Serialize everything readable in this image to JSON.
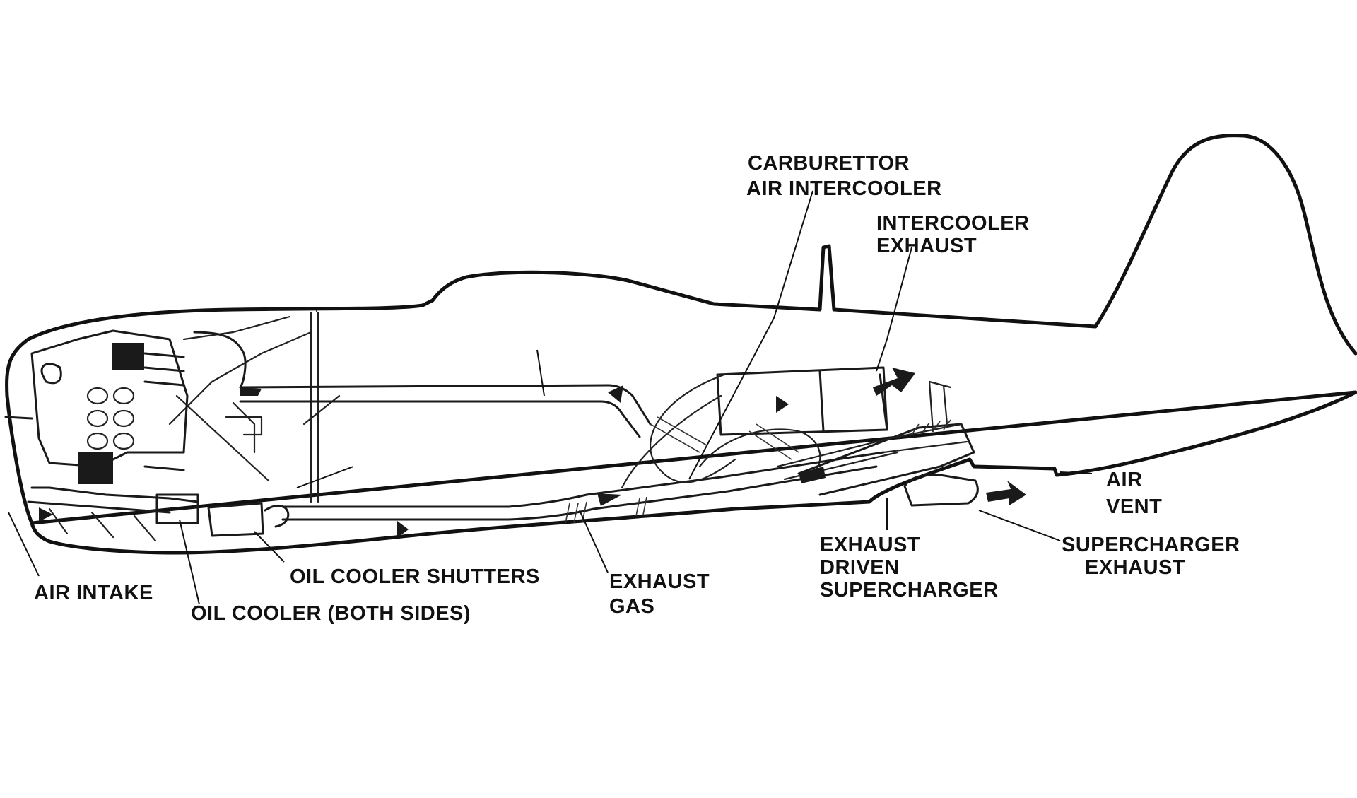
{
  "diagram": {
    "labels": {
      "carb_line1": "CARBURETTOR",
      "carb_line2": "AIR INTERCOOLER",
      "ic_exh_line1": "INTERCOOLER",
      "ic_exh_line2": "EXHAUST",
      "air_vent_line1": "AIR",
      "air_vent_line2": "VENT",
      "sc_exh_line1": "SUPERCHARGER",
      "sc_exh_line2": "EXHAUST",
      "edsc_line1": "EXHAUST",
      "edsc_line2": "DRIVEN",
      "edsc_line3": "SUPERCHARGER",
      "exh_gas_line1": "EXHAUST",
      "exh_gas_line2": "GAS",
      "oil_cooler_shutters": "OIL COOLER SHUTTERS",
      "air_intake": "AIR INTAKE",
      "oil_cooler": "OIL COOLER (BOTH SIDES)"
    },
    "colors": {
      "ink": "#111111",
      "paper": "#ffffff"
    }
  }
}
